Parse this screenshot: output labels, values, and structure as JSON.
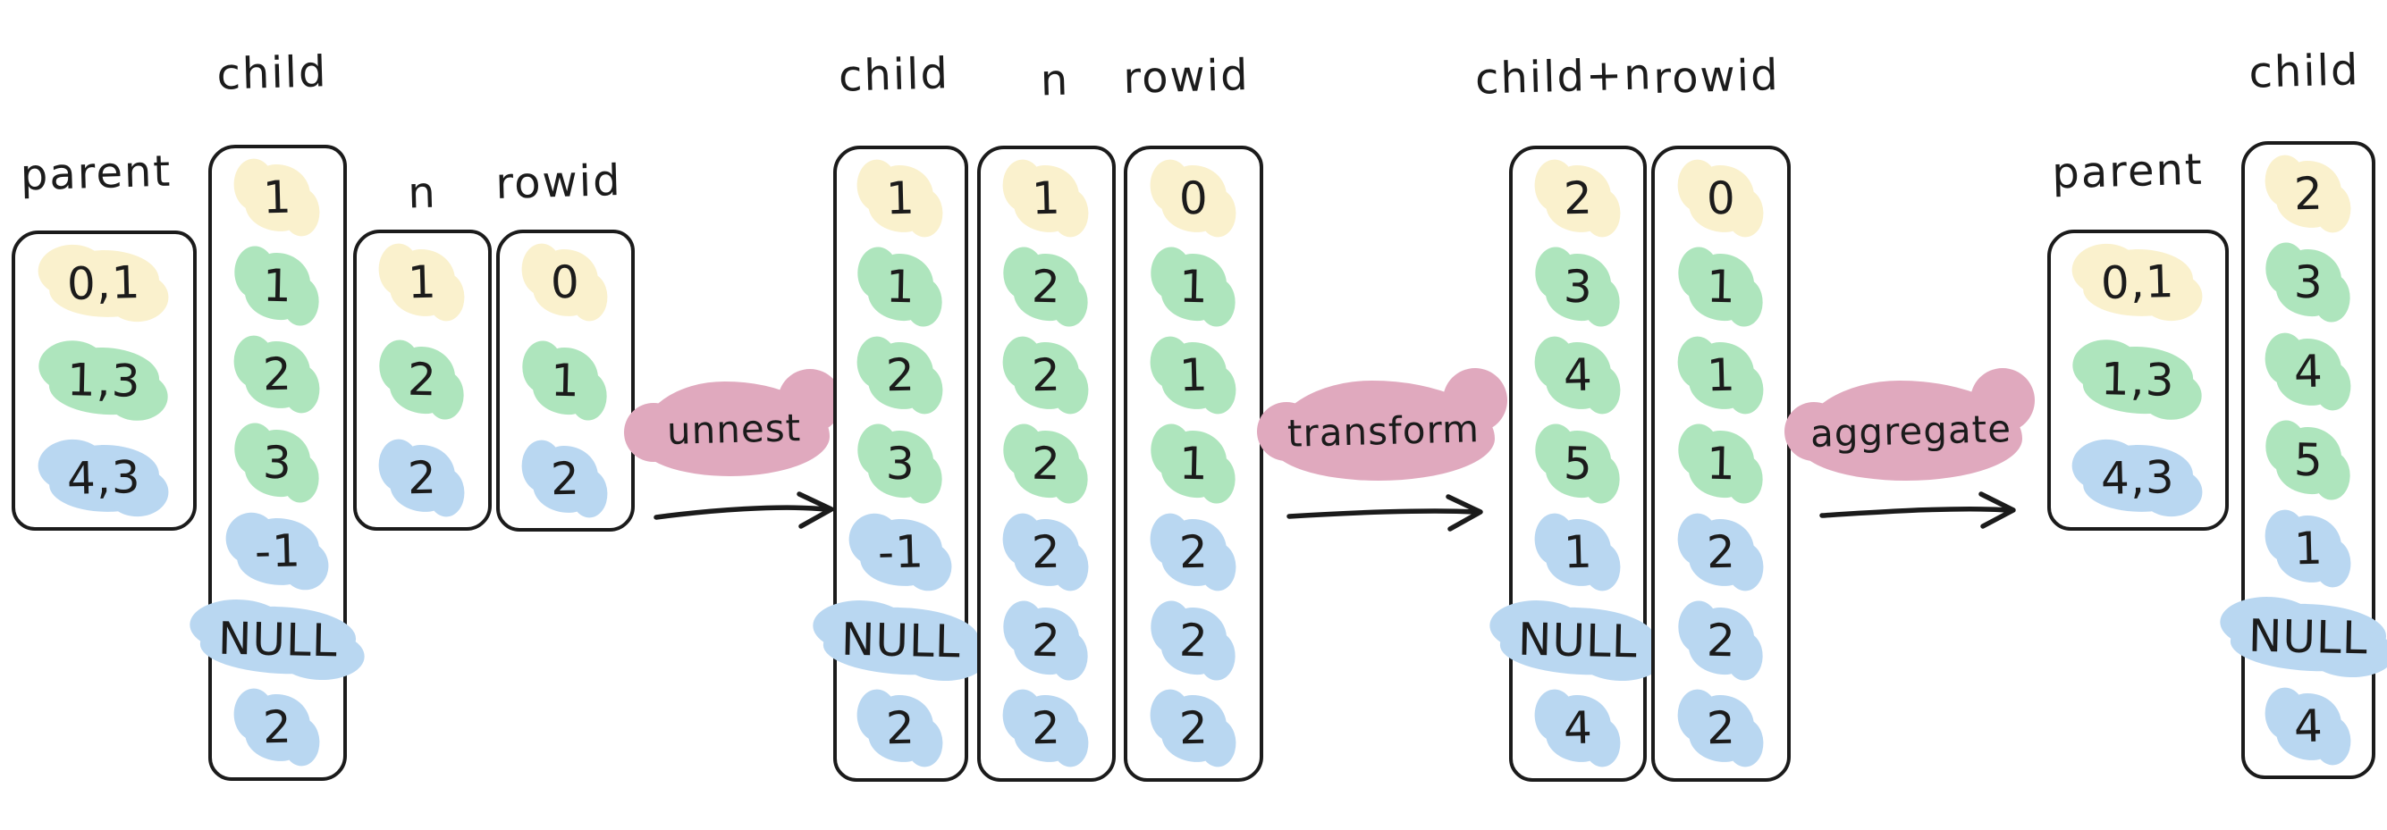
{
  "diagram": {
    "palette": {
      "yellow": "#faf1cd",
      "green": "#aee5bd",
      "blue": "#b9d7f1",
      "pink": "#e0a9be",
      "ink": "#1b1b1b"
    },
    "stages": [
      {
        "columns": [
          {
            "label": "parent",
            "cells": [
              {
                "text": "0,1",
                "color": "yellow"
              },
              {
                "text": "1,3",
                "color": "green"
              },
              {
                "text": "4,3",
                "color": "blue"
              }
            ]
          },
          {
            "label": "child",
            "cells": [
              {
                "text": "1",
                "color": "yellow"
              },
              {
                "text": "1",
                "color": "green"
              },
              {
                "text": "2",
                "color": "green"
              },
              {
                "text": "3",
                "color": "green"
              },
              {
                "text": "-1",
                "color": "blue"
              },
              {
                "text": "NULL",
                "color": "blue"
              },
              {
                "text": "2",
                "color": "blue"
              }
            ]
          },
          {
            "label": "n",
            "cells": [
              {
                "text": "1",
                "color": "yellow"
              },
              {
                "text": "2",
                "color": "green"
              },
              {
                "text": "2",
                "color": "blue"
              }
            ]
          },
          {
            "label": "rowid",
            "cells": [
              {
                "text": "0",
                "color": "yellow"
              },
              {
                "text": "1",
                "color": "green"
              },
              {
                "text": "2",
                "color": "blue"
              }
            ]
          }
        ]
      },
      {
        "columns": [
          {
            "label": "child",
            "cells": [
              {
                "text": "1",
                "color": "yellow"
              },
              {
                "text": "1",
                "color": "green"
              },
              {
                "text": "2",
                "color": "green"
              },
              {
                "text": "3",
                "color": "green"
              },
              {
                "text": "-1",
                "color": "blue"
              },
              {
                "text": "NULL",
                "color": "blue"
              },
              {
                "text": "2",
                "color": "blue"
              }
            ]
          },
          {
            "label": "n",
            "cells": [
              {
                "text": "1",
                "color": "yellow"
              },
              {
                "text": "2",
                "color": "green"
              },
              {
                "text": "2",
                "color": "green"
              },
              {
                "text": "2",
                "color": "green"
              },
              {
                "text": "2",
                "color": "blue"
              },
              {
                "text": "2",
                "color": "blue"
              },
              {
                "text": "2",
                "color": "blue"
              }
            ]
          },
          {
            "label": "rowid",
            "cells": [
              {
                "text": "0",
                "color": "yellow"
              },
              {
                "text": "1",
                "color": "green"
              },
              {
                "text": "1",
                "color": "green"
              },
              {
                "text": "1",
                "color": "green"
              },
              {
                "text": "2",
                "color": "blue"
              },
              {
                "text": "2",
                "color": "blue"
              },
              {
                "text": "2",
                "color": "blue"
              }
            ]
          }
        ]
      },
      {
        "columns": [
          {
            "label": "child+n",
            "cells": [
              {
                "text": "2",
                "color": "yellow"
              },
              {
                "text": "3",
                "color": "green"
              },
              {
                "text": "4",
                "color": "green"
              },
              {
                "text": "5",
                "color": "green"
              },
              {
                "text": "1",
                "color": "blue"
              },
              {
                "text": "NULL",
                "color": "blue"
              },
              {
                "text": "4",
                "color": "blue"
              }
            ]
          },
          {
            "label": "rowid",
            "cells": [
              {
                "text": "0",
                "color": "yellow"
              },
              {
                "text": "1",
                "color": "green"
              },
              {
                "text": "1",
                "color": "green"
              },
              {
                "text": "1",
                "color": "green"
              },
              {
                "text": "2",
                "color": "blue"
              },
              {
                "text": "2",
                "color": "blue"
              },
              {
                "text": "2",
                "color": "blue"
              }
            ]
          }
        ]
      },
      {
        "columns": [
          {
            "label": "parent",
            "cells": [
              {
                "text": "0,1",
                "color": "yellow"
              },
              {
                "text": "1,3",
                "color": "green"
              },
              {
                "text": "4,3",
                "color": "blue"
              }
            ]
          },
          {
            "label": "child",
            "cells": [
              {
                "text": "2",
                "color": "yellow"
              },
              {
                "text": "3",
                "color": "green"
              },
              {
                "text": "4",
                "color": "green"
              },
              {
                "text": "5",
                "color": "green"
              },
              {
                "text": "1",
                "color": "blue"
              },
              {
                "text": "NULL",
                "color": "blue"
              },
              {
                "text": "4",
                "color": "blue"
              }
            ]
          }
        ]
      }
    ],
    "arrows": [
      {
        "label": "unnest"
      },
      {
        "label": "transform"
      },
      {
        "label": "aggregate"
      }
    ]
  }
}
